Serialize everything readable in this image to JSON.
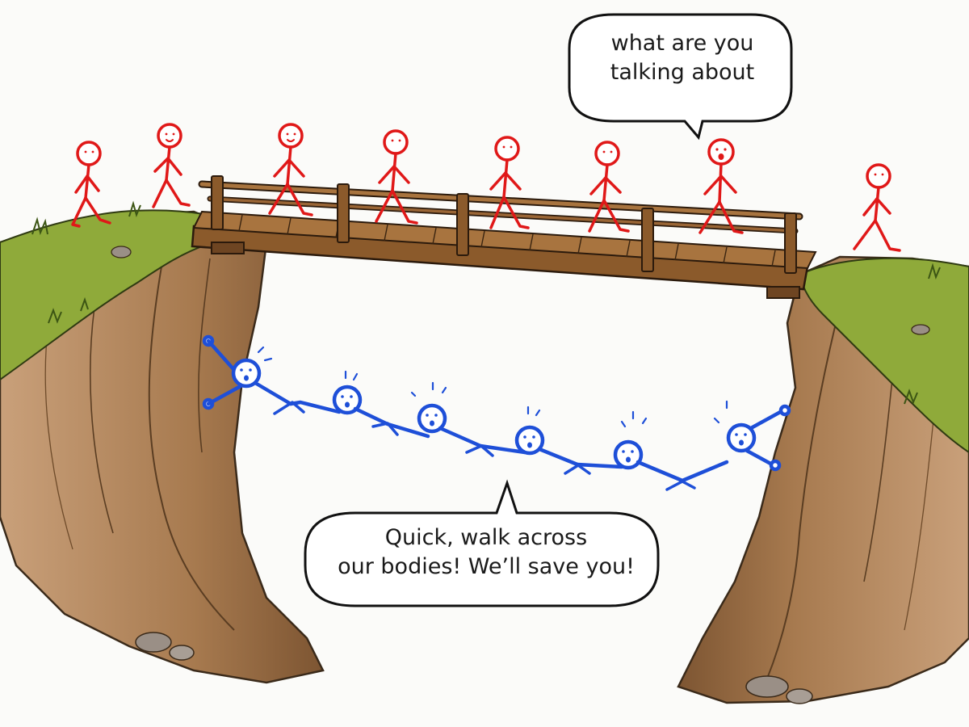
{
  "speech_top": {
    "line1": "what are you",
    "line2": "talking about"
  },
  "speech_bottom": {
    "line1": "Quick, walk across",
    "line2": "our bodies! We’ll save you!"
  },
  "colors": {
    "walkers": "#e01818",
    "human_chain": "#1e4fd8",
    "grass": "#8faa3a",
    "cliff": "#b88a5c",
    "wood": "#8b5a2b",
    "background": "#fbfbf9"
  },
  "figures": {
    "red_walkers_count": 8,
    "blue_chain_count": 6
  }
}
